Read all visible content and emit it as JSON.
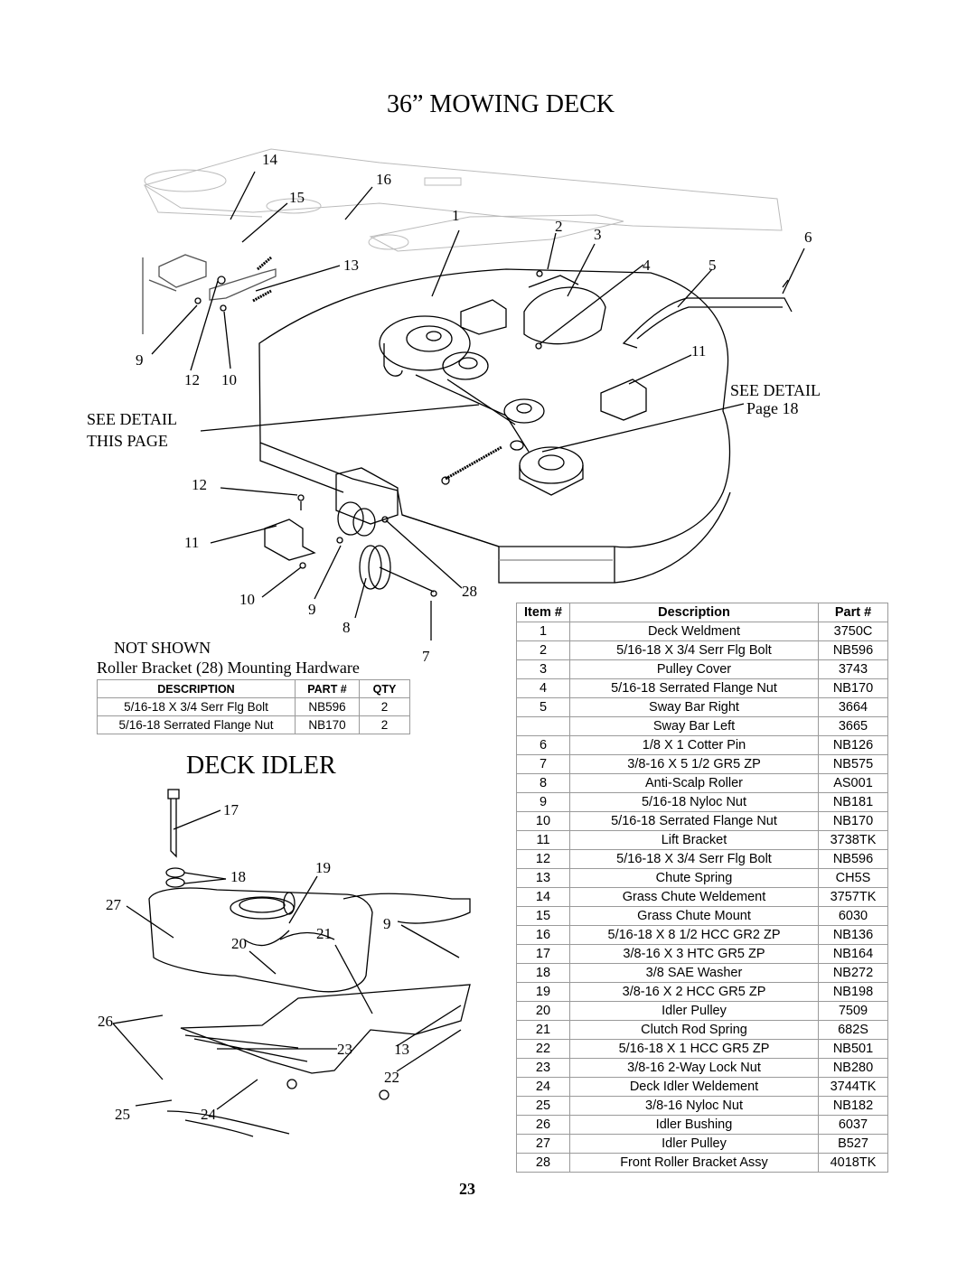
{
  "titles": {
    "mowing_deck": "36” MOWING DECK",
    "deck_idler": "DECK IDLER"
  },
  "callouts": {
    "see_detail_this_page_1": "SEE DETAIL",
    "see_detail_this_page_2": "THIS PAGE",
    "see_detail_page_1": "SEE DETAIL",
    "see_detail_page_2": "Page 18"
  },
  "deck_labels": [
    "14",
    "16",
    "15",
    "1",
    "2",
    "3",
    "6",
    "13",
    "4",
    "5",
    "9",
    "12",
    "10",
    "11",
    "12",
    "11",
    "10",
    "9",
    "28",
    "8",
    "7"
  ],
  "idler_labels": [
    "17",
    "18",
    "19",
    "27",
    "9",
    "21",
    "20",
    "26",
    "23",
    "13",
    "22",
    "25",
    "24"
  ],
  "not_shown": {
    "heading": "NOT SHOWN",
    "subheading": "Roller Bracket (28) Mounting Hardware",
    "headers": [
      "DESCRIPTION",
      "PART #",
      "QTY"
    ],
    "rows": [
      [
        "5/16-18 X 3/4 Serr Flg Bolt",
        "NB596",
        "2"
      ],
      [
        "5/16-18 Serrated Flange Nut",
        "NB170",
        "2"
      ]
    ]
  },
  "parts_table": {
    "headers": [
      "Item #",
      "Description",
      "Part #"
    ],
    "rows": [
      [
        "1",
        "Deck Weldment",
        "3750C"
      ],
      [
        "2",
        "5/16-18 X 3/4 Serr Flg Bolt",
        "NB596"
      ],
      [
        "3",
        "Pulley Cover",
        "3743"
      ],
      [
        "4",
        "5/16-18 Serrated Flange Nut",
        "NB170"
      ],
      [
        "5",
        "Sway Bar Right",
        "3664"
      ],
      [
        "",
        "Sway Bar Left",
        "3665"
      ],
      [
        "6",
        "1/8 X 1 Cotter Pin",
        "NB126"
      ],
      [
        "7",
        "3/8-16 X 5 1/2 GR5 ZP",
        "NB575"
      ],
      [
        "8",
        "Anti-Scalp Roller",
        "AS001"
      ],
      [
        "9",
        "5/16-18 Nyloc Nut",
        "NB181"
      ],
      [
        "10",
        "5/16-18 Serrated Flange Nut",
        "NB170"
      ],
      [
        "11",
        "Lift Bracket",
        "3738TK"
      ],
      [
        "12",
        "5/16-18 X 3/4 Serr Flg Bolt",
        "NB596"
      ],
      [
        "13",
        "Chute Spring",
        "CH5S"
      ],
      [
        "14",
        "Grass Chute Weldement",
        "3757TK"
      ],
      [
        "15",
        "Grass Chute Mount",
        "6030"
      ],
      [
        "16",
        "5/16-18 X 8 1/2 HCC GR2 ZP",
        "NB136"
      ],
      [
        "17",
        "3/8-16 X 3 HTC GR5 ZP",
        "NB164"
      ],
      [
        "18",
        "3/8 SAE Washer",
        "NB272"
      ],
      [
        "19",
        "3/8-16 X 2 HCC GR5 ZP",
        "NB198"
      ],
      [
        "20",
        "Idler Pulley",
        "7509"
      ],
      [
        "21",
        "Clutch Rod Spring",
        "682S"
      ],
      [
        "22",
        "5/16-18 X 1 HCC GR5 ZP",
        "NB501"
      ],
      [
        "23",
        "3/8-16 2-Way Lock Nut",
        "NB280"
      ],
      [
        "24",
        "Deck Idler Weldement",
        "3744TK"
      ],
      [
        "25",
        "3/8-16 Nyloc Nut",
        "NB182"
      ],
      [
        "26",
        "Idler Bushing",
        "6037"
      ],
      [
        "27",
        "Idler Pulley",
        "B527"
      ],
      [
        "28",
        "Front Roller Bracket Assy",
        "4018TK"
      ]
    ]
  },
  "page_number": "23"
}
